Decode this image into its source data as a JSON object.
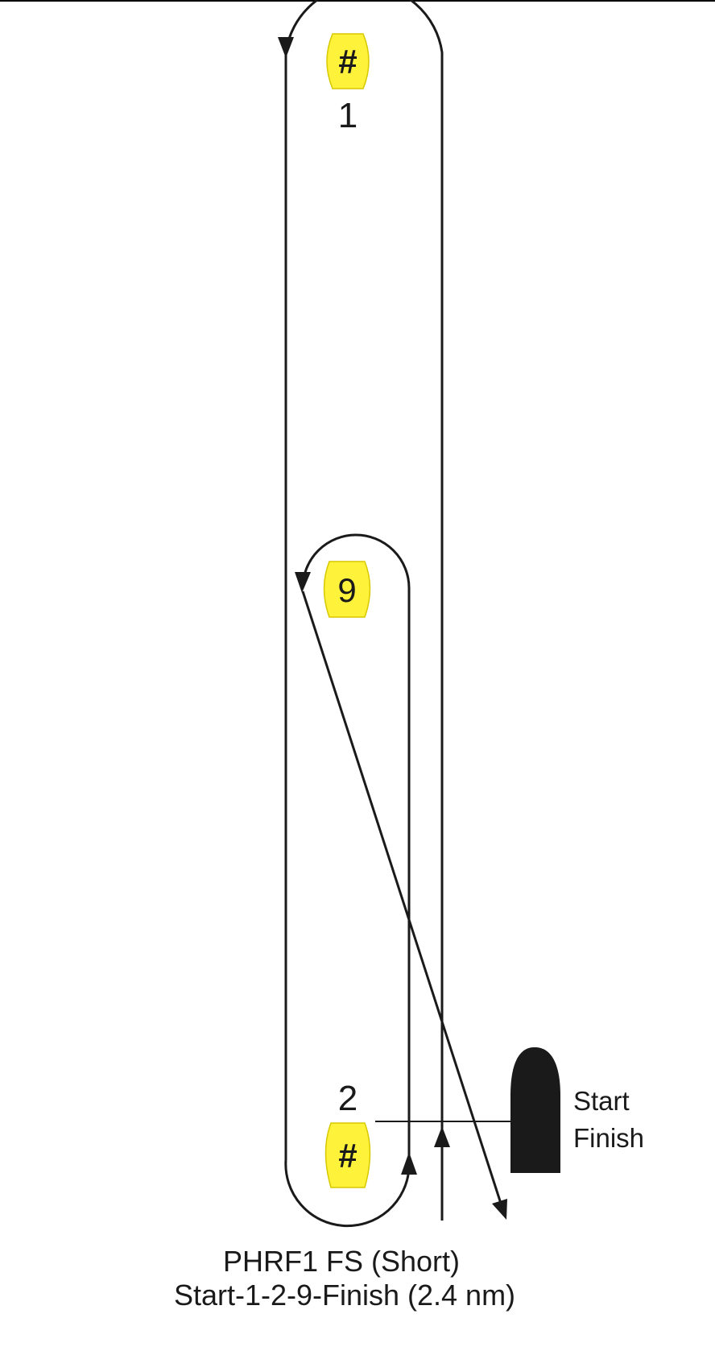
{
  "colors": {
    "mark_fill": "#fff23a",
    "line": "#1a1a1a",
    "boat": "#1a1a1a",
    "background": "#ffffff"
  },
  "marks": {
    "mark_1": {
      "symbol": "#",
      "number": "1"
    },
    "mark_2": {
      "symbol": "#",
      "number": "2"
    },
    "mark_9": {
      "symbol": "9"
    }
  },
  "committee_boat": {
    "start_label": "Start",
    "finish_label": "Finish",
    "icon": "committee-boat-icon"
  },
  "caption": {
    "line1": "PHRF1 FS (Short)",
    "line2": "Start-1-2-9-Finish (2.4 nm)"
  }
}
